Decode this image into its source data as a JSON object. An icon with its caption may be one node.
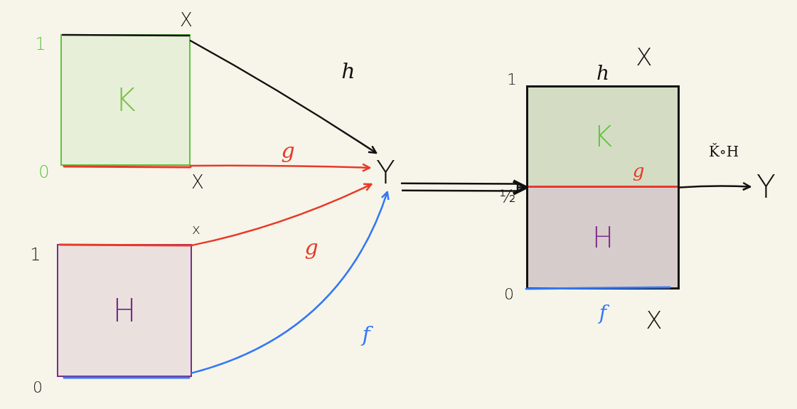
{
  "diagram": {
    "nodes": [
      {
        "text": [
          "K"
        ]
      },
      {
        "text": [
          "H"
        ]
      },
      {
        "text": [
          "Y"
        ]
      },
      {
        "text": [],
        "shape": "box"
      },
      {
        "text": [
          "K"
        ],
        "in": 3
      },
      {
        "text": [
          "H"
        ],
        "in": 3
      },
      {
        "text": [
          "Y"
        ]
      }
    ],
    "edges": [
      {
        "from": 0,
        "to": 2,
        "arrow": "to",
        "label": "h"
      },
      {
        "from": 0,
        "to": 2,
        "arrow": "to",
        "label": "g",
        "color": "#e8392a"
      },
      {
        "from": 1,
        "to": 2,
        "arrow": "to",
        "label": "g",
        "color": "#e8392a"
      },
      {
        "from": 1,
        "to": 2,
        "arrow": "to",
        "label": "f",
        "color": "#3478f6"
      },
      {
        "from": 2,
        "to": 3,
        "arrow": "to"
      },
      {
        "from": 3,
        "to": 6,
        "arrow": "to",
        "label": "Ǩ∘H"
      }
    ],
    "labels": [
      "X",
      "1",
      "0",
      "X",
      "x",
      "1",
      "0",
      "X",
      "h",
      "1",
      "g",
      "½",
      "0",
      "f",
      "X"
    ]
  }
}
